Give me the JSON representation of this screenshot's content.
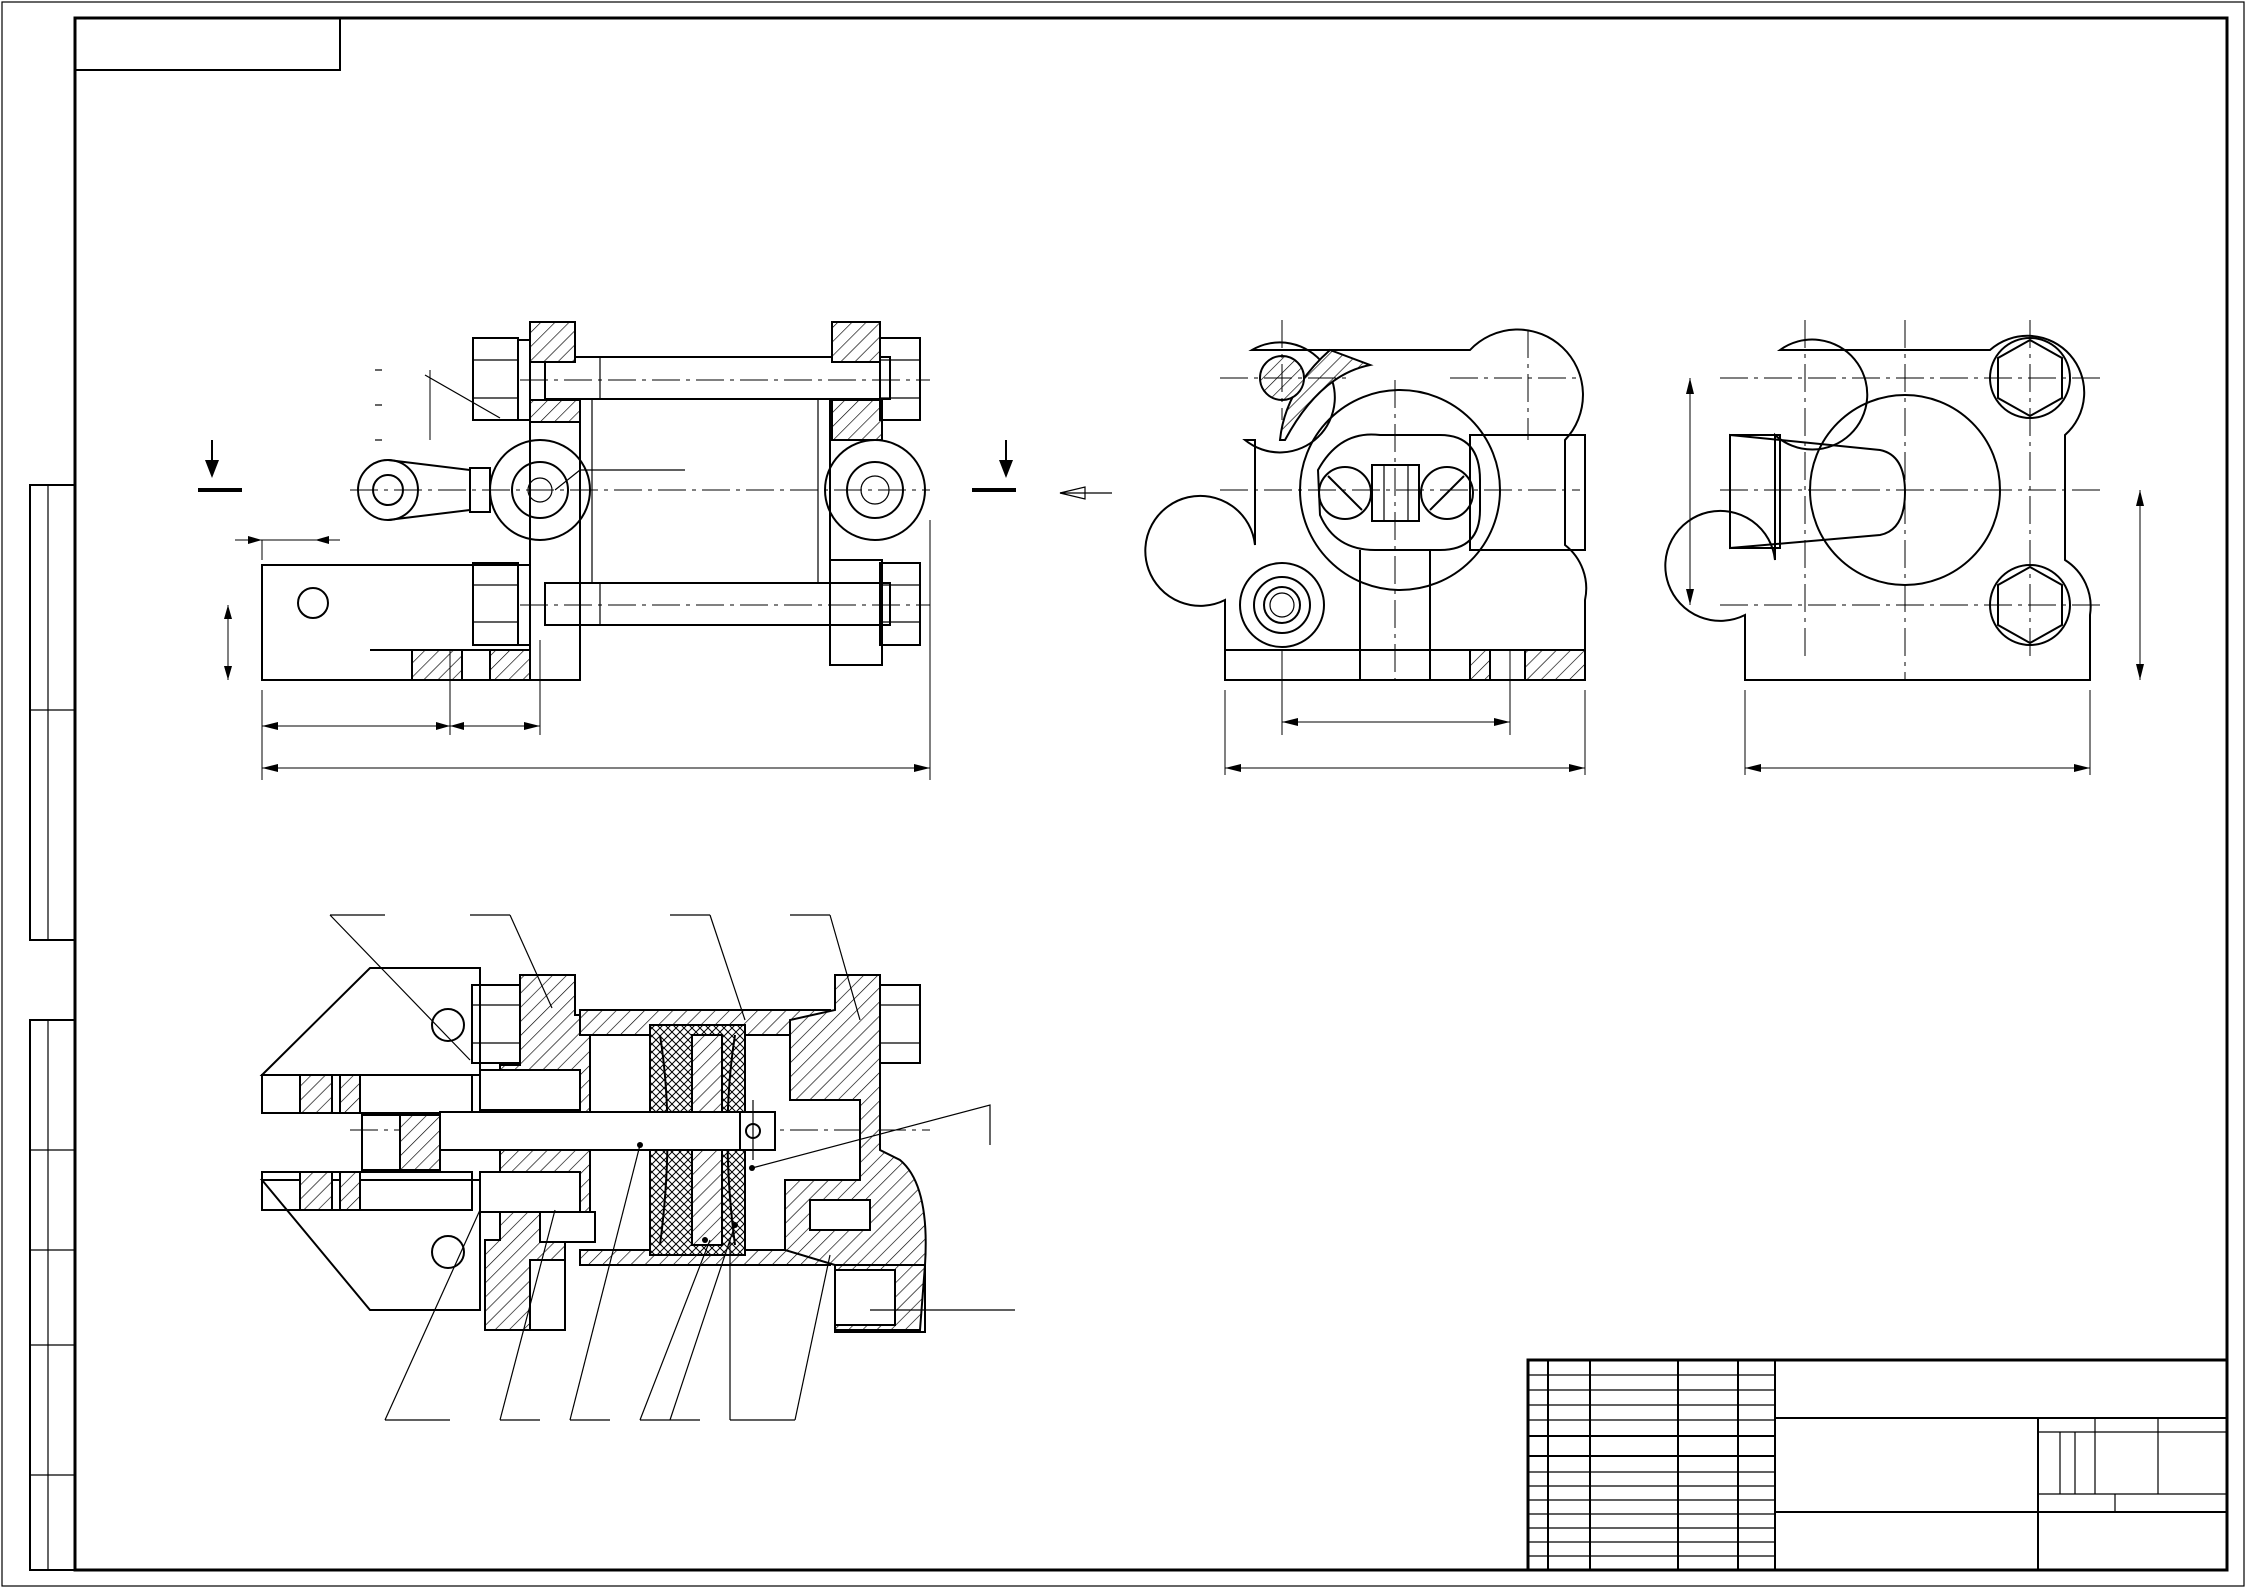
{
  "drawing": {
    "views": [
      "front-view",
      "left-side-view",
      "right-side-view",
      "section-view"
    ],
    "title_block": {
      "present": true,
      "text": []
    }
  }
}
